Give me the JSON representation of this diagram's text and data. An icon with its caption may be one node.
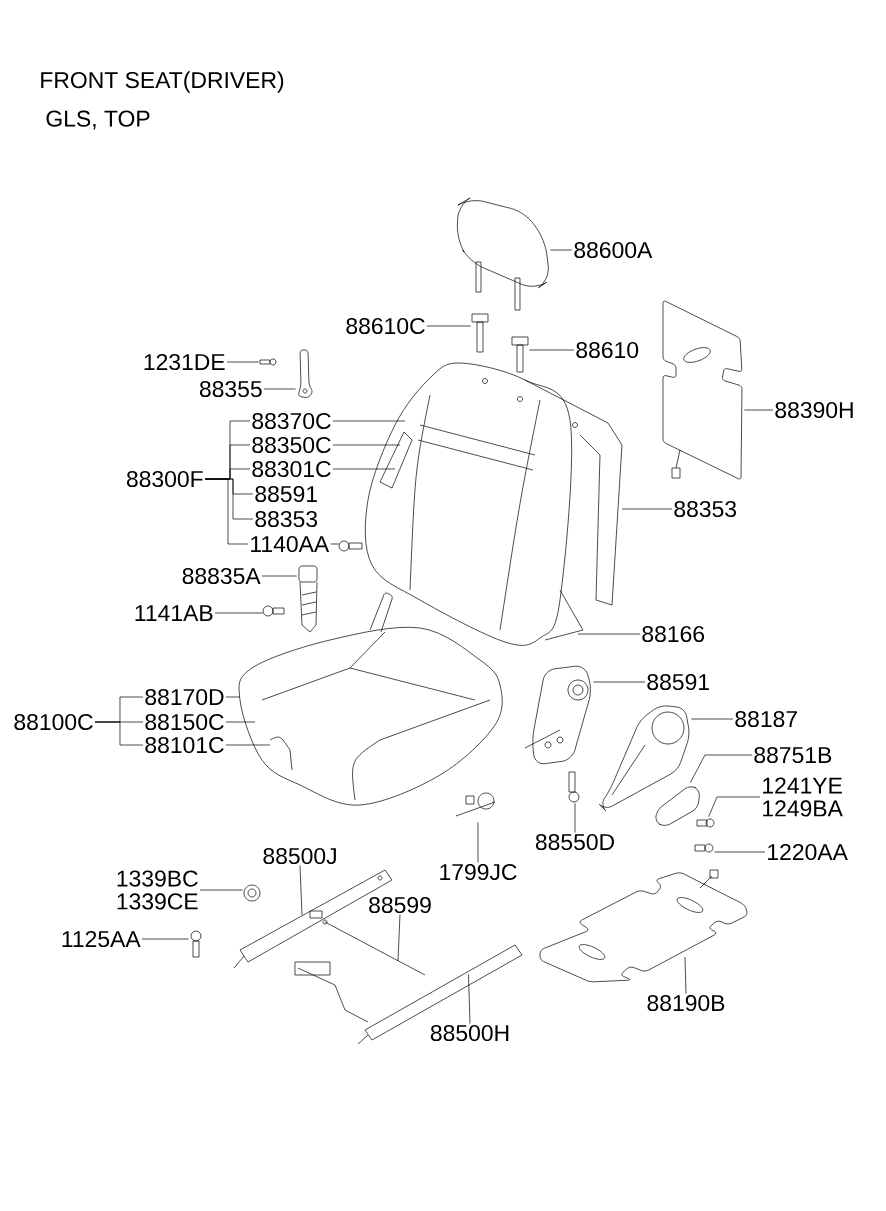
{
  "diagram": {
    "title": "FRONT SEAT(DRIVER)",
    "nodes": [
      {
        "text": [
          "88600A"
        ]
      },
      {
        "text": [],
        "shape": "picture"
      },
      {
        "text": [
          "88610C"
        ]
      },
      {
        "text": [],
        "shape": "picture"
      },
      {
        "text": [
          "88610"
        ]
      },
      {
        "text": [],
        "shape": "picture"
      },
      {
        "text": [
          "1231DE"
        ]
      },
      {
        "text": [],
        "shape": "picture"
      },
      {
        "text": [
          "88355"
        ]
      },
      {
        "text": [],
        "shape": "picture"
      },
      {
        "text": [
          "88300F"
        ]
      },
      {
        "text": [
          "88370C"
        ]
      },
      {
        "text": [
          "88350C"
        ]
      },
      {
        "text": [
          "88301C"
        ]
      },
      {
        "text": [
          "88591"
        ]
      },
      {
        "text": [
          "88353"
        ]
      },
      {
        "text": [
          "1140AA"
        ]
      },
      {
        "text": [],
        "shape": "picture"
      },
      {
        "text": [
          "88835A"
        ]
      },
      {
        "text": [],
        "shape": "picture"
      },
      {
        "text": [
          "1141AB"
        ]
      },
      {
        "text": [],
        "shape": "picture"
      },
      {
        "text": [
          "88353"
        ]
      },
      {
        "text": [
          "88390H"
        ]
      },
      {
        "text": [],
        "shape": "picture"
      },
      {
        "text": [
          "88166"
        ]
      },
      {
        "text": [
          "88100C"
        ]
      },
      {
        "text": [
          "88170D"
        ]
      },
      {
        "text": [
          "88150C"
        ]
      },
      {
        "text": [
          "88101C"
        ]
      },
      {
        "text": [
          "88591"
        ]
      },
      {
        "text": [],
        "shape": "picture"
      },
      {
        "text": [
          "88187"
        ]
      },
      {
        "text": [],
        "shape": "picture"
      },
      {
        "text": [
          "88751B"
        ]
      },
      {
        "text": [],
        "shape": "picture"
      },
      {
        "text": [
          "1241YE",
          "1249BA"
        ]
      },
      {
        "text": [],
        "shape": "picture"
      },
      {
        "text": [
          "1220AA"
        ]
      },
      {
        "text": [],
        "shape": "picture"
      },
      {
        "text": [
          "88550D"
        ]
      },
      {
        "text": [],
        "shape": "picture"
      },
      {
        "text": [
          "1799JC"
        ]
      },
      {
        "text": [],
        "shape": "picture"
      },
      {
        "text": [
          "88500J"
        ]
      },
      {
        "text": [],
        "shape": "picture"
      },
      {
        "text": [
          "1339BC",
          "1339CE"
        ]
      },
      {
        "text": [],
        "shape": "picture"
      },
      {
        "text": [
          "1125AA"
        ]
      },
      {
        "text": [],
        "shape": "picture"
      },
      {
        "text": [
          "88599"
        ]
      },
      {
        "text": [],
        "shape": "picture"
      },
      {
        "text": [
          "88500H"
        ]
      },
      {
        "text": [],
        "shape": "picture"
      },
      {
        "text": [
          "88190B"
        ]
      },
      {
        "text": [],
        "shape": "picture"
      },
      {
        "text": [],
        "shape": "picture"
      },
      {
        "text": [],
        "shape": "picture"
      }
    ],
    "edges": [
      {
        "from": 0,
        "to": 1,
        "arrow": "none"
      },
      {
        "from": 2,
        "to": 3,
        "arrow": "none"
      },
      {
        "from": 4,
        "to": 5,
        "arrow": "none"
      },
      {
        "from": 6,
        "to": 7,
        "arrow": "none"
      },
      {
        "from": 8,
        "to": 9,
        "arrow": "none"
      },
      {
        "from": 10,
        "to": 11,
        "arrow": "none"
      },
      {
        "from": 10,
        "to": 12,
        "arrow": "none"
      },
      {
        "from": 10,
        "to": 13,
        "arrow": "none"
      },
      {
        "from": 10,
        "to": 14,
        "arrow": "none"
      },
      {
        "from": 10,
        "to": 15,
        "arrow": "none"
      },
      {
        "from": 10,
        "to": 16,
        "arrow": "none"
      },
      {
        "from": 11,
        "to": 56,
        "arrow": "none"
      },
      {
        "from": 12,
        "to": 56,
        "arrow": "none"
      },
      {
        "from": 13,
        "to": 56,
        "arrow": "none"
      },
      {
        "from": 16,
        "to": 17,
        "arrow": "none"
      },
      {
        "from": 18,
        "to": 19,
        "arrow": "none"
      },
      {
        "from": 20,
        "to": 21,
        "arrow": "none"
      },
      {
        "from": 22,
        "to": 56,
        "arrow": "none"
      },
      {
        "from": 23,
        "to": 24,
        "arrow": "none"
      },
      {
        "from": 25,
        "to": 56,
        "arrow": "none"
      },
      {
        "from": 26,
        "to": 27,
        "arrow": "none"
      },
      {
        "from": 26,
        "to": 28,
        "arrow": "none"
      },
      {
        "from": 26,
        "to": 29,
        "arrow": "none"
      },
      {
        "from": 27,
        "to": 57,
        "arrow": "none"
      },
      {
        "from": 28,
        "to": 57,
        "arrow": "none"
      },
      {
        "from": 29,
        "to": 57,
        "arrow": "none"
      },
      {
        "from": 30,
        "to": 31,
        "arrow": "none"
      },
      {
        "from": 32,
        "to": 33,
        "arrow": "none"
      },
      {
        "from": 34,
        "to": 35,
        "arrow": "none"
      },
      {
        "from": 36,
        "to": 37,
        "arrow": "none"
      },
      {
        "from": 38,
        "to": 39,
        "arrow": "none"
      },
      {
        "from": 40,
        "to": 41,
        "arrow": "none"
      },
      {
        "from": 42,
        "to": 43,
        "arrow": "none"
      },
      {
        "from": 44,
        "to": 45,
        "arrow": "none"
      },
      {
        "from": 46,
        "to": 47,
        "arrow": "none"
      },
      {
        "from": 48,
        "to": 49,
        "arrow": "none"
      },
      {
        "from": 50,
        "to": 51,
        "arrow": "none"
      },
      {
        "from": 52,
        "to": 53,
        "arrow": "none"
      },
      {
        "from": 54,
        "to": 55,
        "arrow": "none"
      }
    ],
    "labels": [
      "GLS, TOP"
    ]
  }
}
